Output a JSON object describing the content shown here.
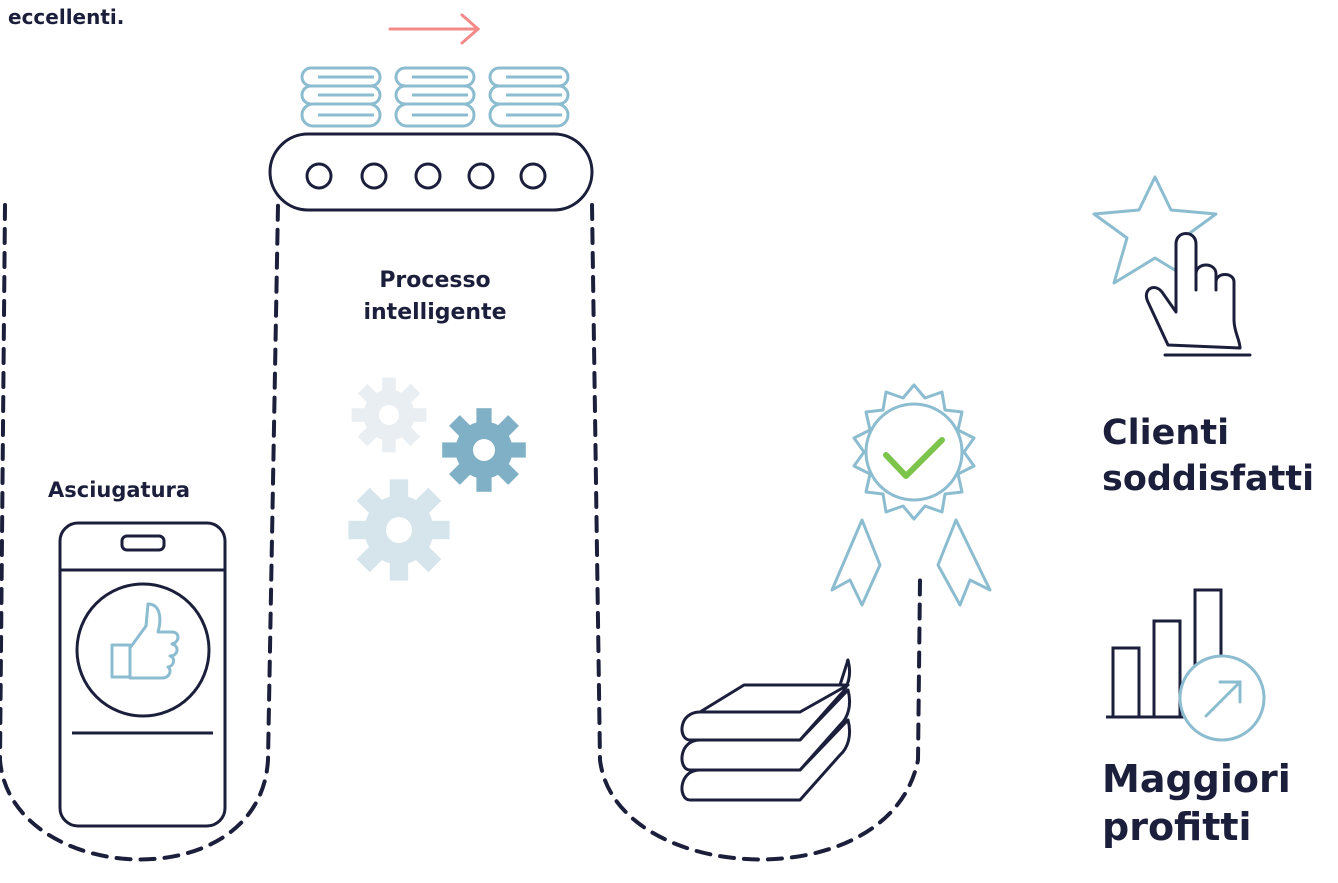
{
  "intro_text": "eccellenti.",
  "steps": {
    "asciugatura": "Asciugatura",
    "processo_line1": "Processo",
    "processo_line2": "intelligente"
  },
  "outcomes": {
    "clienti_line1": "Clienti",
    "clienti_line2": "soddisfatti",
    "profitti_line1": "Maggiori",
    "profitti_line2": "profitti"
  },
  "colors": {
    "dark_navy": "#1c1f3b",
    "light_blue": "#8cbcd0",
    "gear_light": "#d6e4ec",
    "gear_mid": "#7fb0c6",
    "check_green": "#7cc44a",
    "arrow_pink": "#f28a8a"
  },
  "icons": [
    "arrow-right-icon",
    "linen-stack-icon",
    "conveyor-icon",
    "gear-icon",
    "dryer-icon",
    "thumbs-up-icon",
    "folded-towels-icon",
    "award-badge-icon",
    "checkmark-icon",
    "star-icon",
    "pointing-hand-icon",
    "bar-chart-icon",
    "growth-arrow-icon"
  ]
}
